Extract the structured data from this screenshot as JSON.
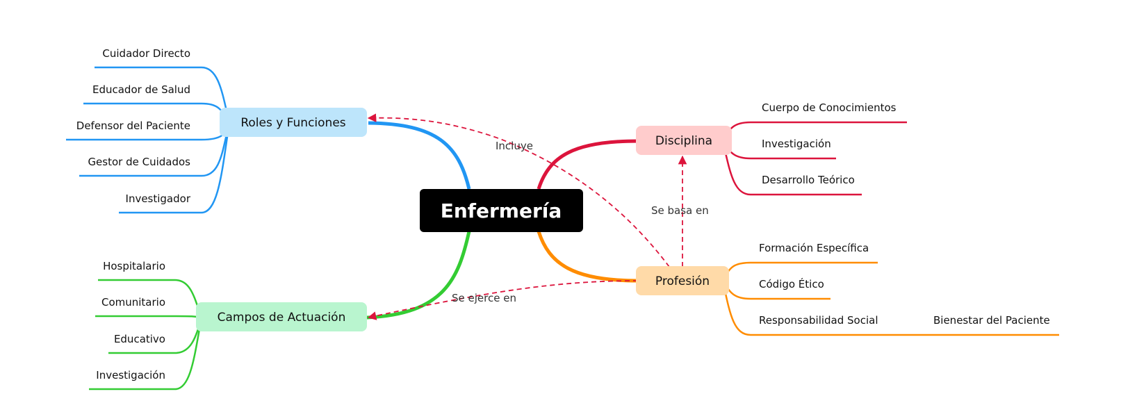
{
  "root": {
    "label": "Enfermería",
    "color": "#000000"
  },
  "topics": {
    "roles": {
      "label": "Roles y Funciones",
      "color": "#2196f3",
      "fill": "#bde5fb",
      "items": [
        "Cuidador Directo",
        "Educador de Salud",
        "Defensor del Paciente",
        "Gestor de Cuidados",
        "Investigador"
      ]
    },
    "campos": {
      "label": "Campos de Actuación",
      "color": "#33cc33",
      "fill": "#b9f5cf",
      "items": [
        "Hospitalario",
        "Comunitario",
        "Educativo",
        "Investigación"
      ]
    },
    "disciplina": {
      "label": "Disciplina",
      "color": "#dc143c",
      "fill": "#ffcccc",
      "items": [
        "Cuerpo de Conocimientos",
        "Investigación",
        "Desarrollo Teórico"
      ]
    },
    "profesion": {
      "label": "Profesión",
      "color": "#ff8c00",
      "fill": "#ffdaa8",
      "items": [
        "Formación Específica",
        "Código Ético",
        "Responsabilidad Social"
      ],
      "sub_item": "Bienestar del Paciente"
    }
  },
  "relations": {
    "color": "#dc143c",
    "incluye": "Incluye",
    "se_basa_en": "Se basa en",
    "se_ejerce_en": "Se ejerce en"
  }
}
